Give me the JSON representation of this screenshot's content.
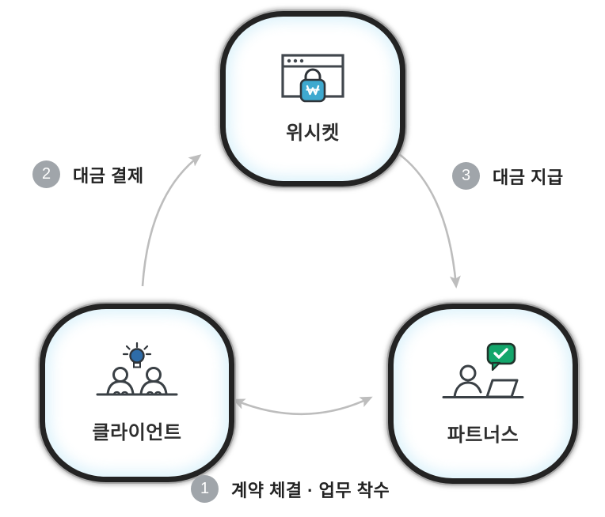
{
  "diagram": {
    "title_implicit": "위시켓 거래 프로세스 다이어그램",
    "nodes": [
      {
        "id": "wishket",
        "label": "위시켓",
        "icon": "browser-lock-won-icon"
      },
      {
        "id": "client",
        "label": "클라이언트",
        "icon": "people-idea-icon"
      },
      {
        "id": "partners",
        "label": "파트너스",
        "icon": "person-laptop-check-icon"
      }
    ],
    "steps": [
      {
        "number": "1",
        "label": "계약 체결 · 업무 착수",
        "from": "client",
        "to": "partners",
        "direction": "bidirectional"
      },
      {
        "number": "2",
        "label": "대금 결제",
        "from": "client",
        "to": "wishket",
        "direction": "one-way"
      },
      {
        "number": "3",
        "label": "대금 지급",
        "from": "wishket",
        "to": "partners",
        "direction": "one-way"
      }
    ],
    "colors": {
      "background": "#ffffff",
      "node_fill": "#ffffff",
      "node_border": "#232323",
      "node_halo": "#a8a8a8",
      "node_inner_glow": "#ceecf9",
      "arrow_gray": "#bdbdbd",
      "badge_gray": "#a0a5aa",
      "label_text": "#222222",
      "icon_outline": "#3d4247",
      "lock_blue": "#3fa9cf",
      "bulb_blue": "#2e6ca8",
      "check_green": "#13a66b"
    }
  }
}
